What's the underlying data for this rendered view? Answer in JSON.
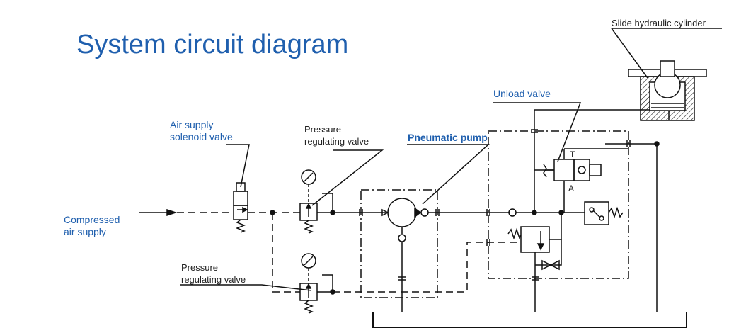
{
  "title": "System circuit diagram",
  "labels": {
    "compressed_air": [
      "Compressed",
      "air supply"
    ],
    "air_supply_valve": [
      "Air supply",
      "solenoid valve"
    ],
    "pressure_valve_top": [
      "Pressure",
      "regulating valve"
    ],
    "pressure_valve_bottom": [
      "Pressure",
      "regulating valve"
    ],
    "pneumatic_pump": "Pneumatic pump",
    "unload_valve": "Unload valve",
    "slide_cylinder": "Slide hydraulic cylinder",
    "port_t": "T",
    "port_a": "A"
  },
  "colors": {
    "label": "#1f5fae",
    "line": "#111111"
  }
}
